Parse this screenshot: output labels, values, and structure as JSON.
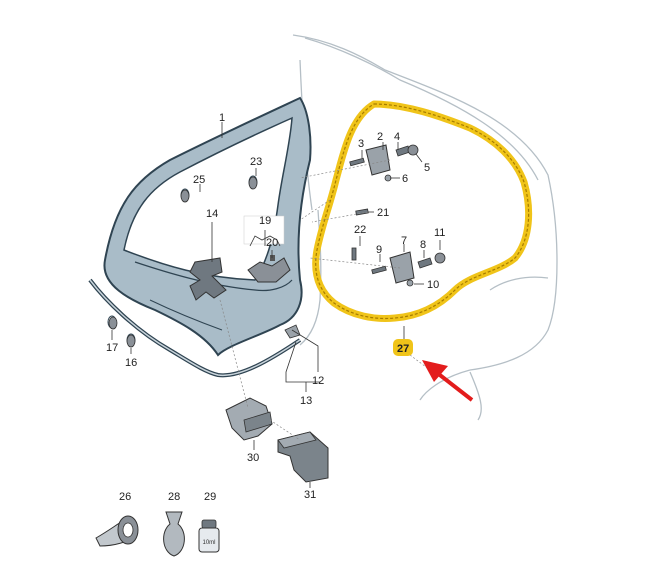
{
  "diagram": {
    "parts": [
      {
        "id": "p1",
        "number": "1"
      },
      {
        "id": "p2",
        "number": "2"
      },
      {
        "id": "p3",
        "number": "3"
      },
      {
        "id": "p4",
        "number": "4"
      },
      {
        "id": "p5",
        "number": "5"
      },
      {
        "id": "p6",
        "number": "6"
      },
      {
        "id": "p7",
        "number": "7"
      },
      {
        "id": "p8",
        "number": "8"
      },
      {
        "id": "p9",
        "number": "9"
      },
      {
        "id": "p10",
        "number": "10"
      },
      {
        "id": "p11",
        "number": "11"
      },
      {
        "id": "p12",
        "number": "12"
      },
      {
        "id": "p13",
        "number": "13"
      },
      {
        "id": "p14",
        "number": "14"
      },
      {
        "id": "p16",
        "number": "16"
      },
      {
        "id": "p17",
        "number": "17"
      },
      {
        "id": "p19",
        "number": "19"
      },
      {
        "id": "p20",
        "number": "20"
      },
      {
        "id": "p21",
        "number": "21"
      },
      {
        "id": "p22",
        "number": "22"
      },
      {
        "id": "p23",
        "number": "23"
      },
      {
        "id": "p25",
        "number": "25"
      },
      {
        "id": "p26",
        "number": "26"
      },
      {
        "id": "p27",
        "number": "27"
      },
      {
        "id": "p28",
        "number": "28"
      },
      {
        "id": "p29",
        "number": "29"
      },
      {
        "id": "p30",
        "number": "30"
      },
      {
        "id": "p31",
        "number": "31"
      }
    ],
    "highlighted_part": "27",
    "bottle_label": "10ml",
    "colors": {
      "door_fill": "#a9bcc8",
      "door_stroke": "#2f4452",
      "seal_highlight": "#f0c419",
      "seal_core": "#a67c00",
      "arrow": "#e31c1c",
      "body_line": "#b5bfc6",
      "part_gray": "#8a9097"
    }
  }
}
